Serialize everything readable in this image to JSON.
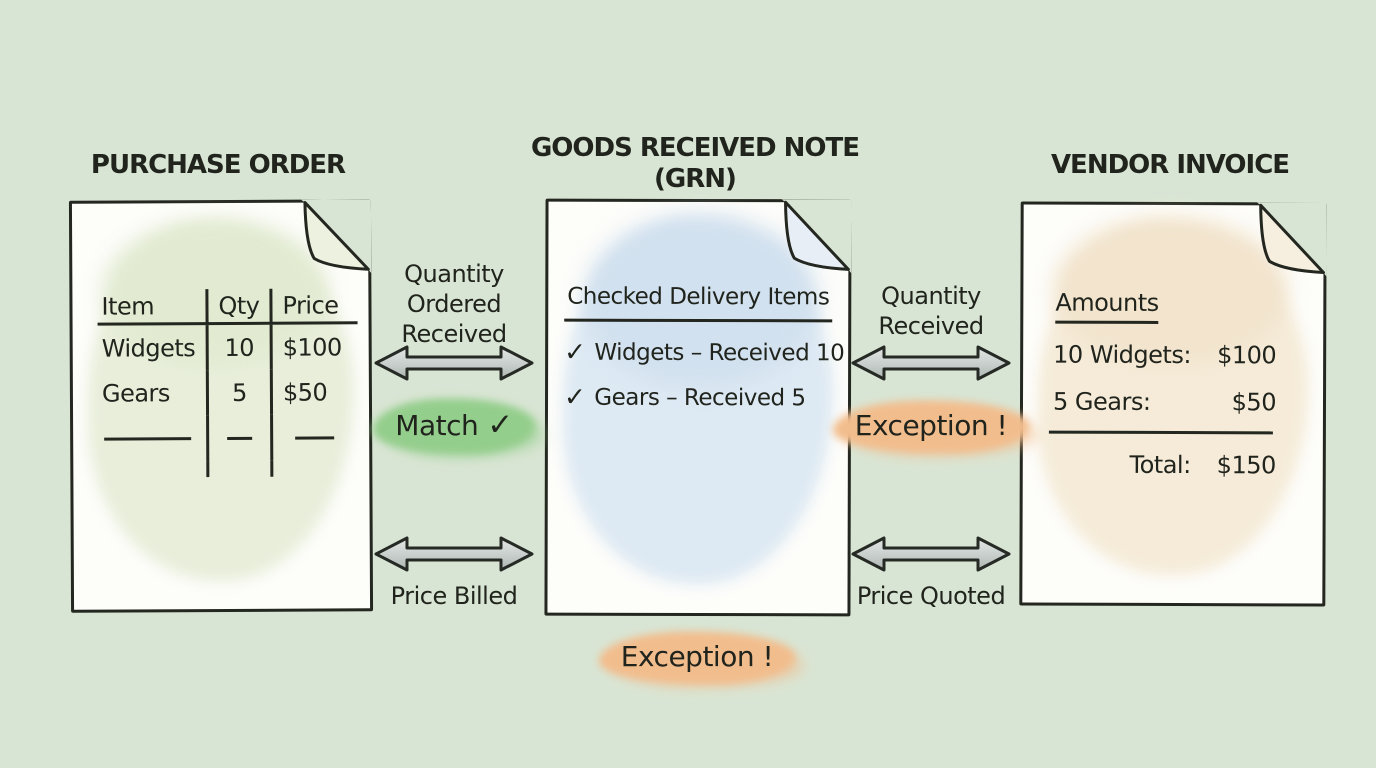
{
  "colors": {
    "background": "#d9e5d4",
    "ink": "#20241d",
    "arrow_fill": "#c7cecb",
    "match_highlight": "#94ce8c",
    "exception_highlight": "#f2bd8d",
    "po_wash": "#e8eeda",
    "grn_wash": "#dde9f3",
    "invoice_wash": "#f5ebd8"
  },
  "purchase_order": {
    "title": "PURCHASE ORDER",
    "table": {
      "headers": [
        "Item",
        "Qty",
        "Price"
      ],
      "rows": [
        [
          "Widgets",
          "10",
          "$100"
        ],
        [
          "Gears",
          "5",
          "$50"
        ]
      ]
    }
  },
  "grn": {
    "title": "GOODS RECEIVED NOTE",
    "subtitle": "(GRN)",
    "heading": "Checked Delivery Items",
    "items": [
      {
        "icon": "✓",
        "text": "Widgets – Received 10"
      },
      {
        "icon": "✓",
        "text": "Gears – Received 5"
      }
    ]
  },
  "vendor_invoice": {
    "title": "VENDOR INVOICE",
    "heading": "Amounts",
    "lines": [
      {
        "label": "10 Widgets:",
        "amount": "$100"
      },
      {
        "label": "5 Gears:",
        "amount": "$50"
      }
    ],
    "total": {
      "label": "Total:",
      "amount": "$150"
    }
  },
  "comparisons": {
    "po_grn_quantity": {
      "label": "Quantity\nOrdered\nReceived",
      "status": "Match",
      "status_icon": "✓"
    },
    "grn_invoice_quantity": {
      "label": "Quantity\nReceived",
      "status": "Exception !"
    },
    "po_grn_price": {
      "label": "Price Billed"
    },
    "grn_invoice_price": {
      "label": "Price Quoted"
    },
    "price_status": "Exception !"
  }
}
